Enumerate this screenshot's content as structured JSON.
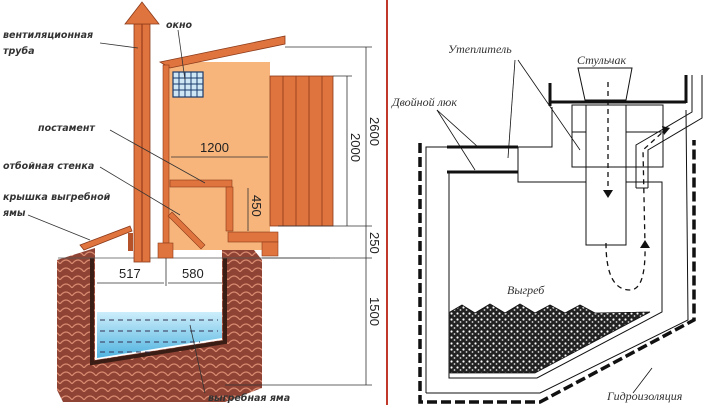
{
  "left_diagram": {
    "labels": {
      "vent_pipe_1": "вентиляционная",
      "vent_pipe_2": "труба",
      "window": "окно",
      "pedestal": "постамент",
      "splash_wall": "отбойная стенка",
      "pit_lid_1": "крышка выгребной",
      "pit_lid_2": "ямы",
      "cesspit": "выгребная яма"
    },
    "dimensions": {
      "total_height": "2600",
      "door_height": "2000",
      "interior_width": "1200",
      "seat_height": "450",
      "floor_offset": "250",
      "pit_depth": "1500",
      "pit_left": "517",
      "pit_right": "580"
    },
    "colors": {
      "wall": "#f7b57c",
      "wood": "#e0743e",
      "brick": "#9a4a3a",
      "water": "#8fd3f0",
      "divider": "#c0392b"
    }
  },
  "right_diagram": {
    "labels": {
      "insulation": "Утеплитель",
      "toilet_seat": "Стульчак",
      "double_hatch": "Двойной люк",
      "cesspool": "Выгреб",
      "waterproofing": "Гидроизоляция"
    }
  }
}
